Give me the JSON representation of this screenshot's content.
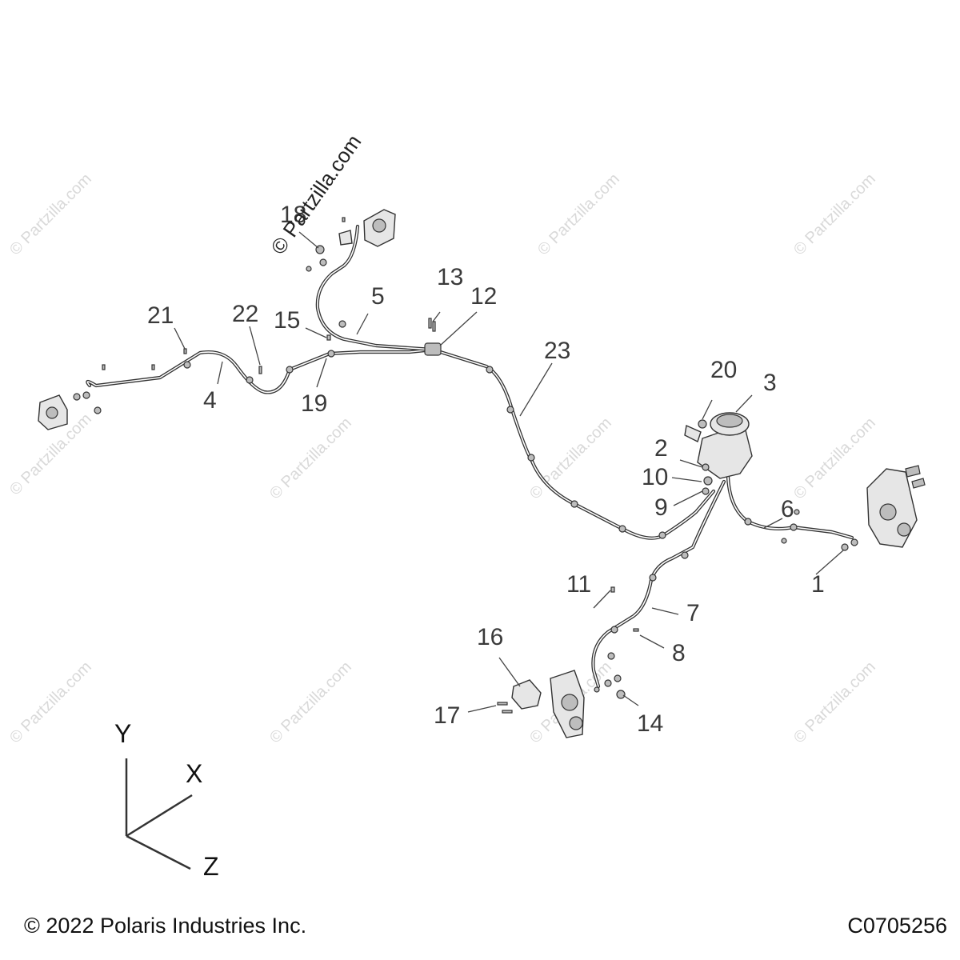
{
  "watermarks": {
    "repeat_text": "© Partzilla.com",
    "prominent_text": "© Partzilla.com"
  },
  "callouts": [
    "1",
    "2",
    "3",
    "4",
    "5",
    "6",
    "7",
    "8",
    "9",
    "10",
    "11",
    "12",
    "13",
    "14",
    "15",
    "16",
    "17",
    "18",
    "19",
    "20",
    "21",
    "22",
    "23"
  ],
  "axes": {
    "y": "Y",
    "x": "X",
    "z": "Z"
  },
  "footer": {
    "copyright": "© 2022 Polaris Industries Inc.",
    "drawing_code": "C0705256"
  }
}
